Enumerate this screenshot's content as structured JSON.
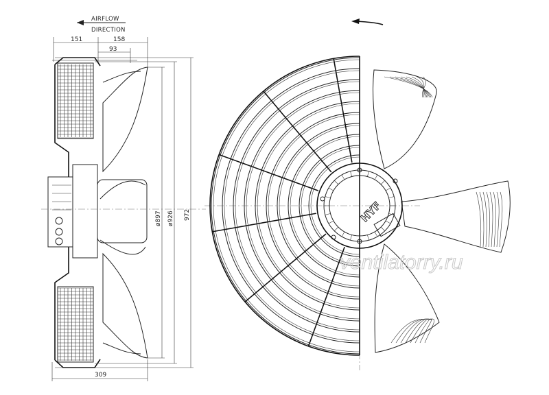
{
  "airflow_label": {
    "line1": "AIRFLOW",
    "line2": "DIRECTION"
  },
  "dimensions": {
    "d151": "151",
    "d158": "158",
    "d93": "93",
    "d309": "309",
    "d897": "ø897",
    "d926": "ø926",
    "d972": "972"
  },
  "watermark": "ventilatorry.ru",
  "logo_text": "HYF"
}
